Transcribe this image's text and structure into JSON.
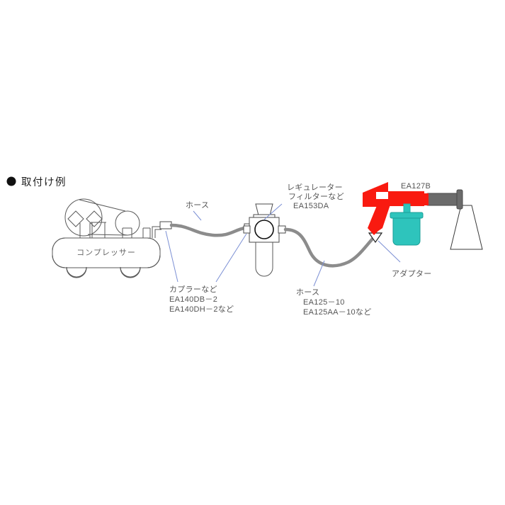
{
  "page": {
    "title_bullet": "●",
    "title": "取付け例",
    "background_color": "#ffffff"
  },
  "colors": {
    "gun_body": "#f91a10",
    "cup": "#2ec4bc",
    "cup_rim": "#1fb5ad",
    "nozzle": "#6b6b6b",
    "nozzle_dark": "#565656",
    "hose": "#8c8c8c",
    "outline": "#5a5a5a",
    "leader_line": "#7b8fd4",
    "label_text": "#555555",
    "spray_cone": "#ffffff"
  },
  "components": {
    "compressor": {
      "name": "compressor",
      "inline_label": "コンプレッサー"
    },
    "hose_left": {
      "name": "hose-left",
      "label": "ホース"
    },
    "coupler": {
      "name": "coupler",
      "label_lines": [
        "カプラーなど",
        "EA140DB－2",
        "EA140DH－2など"
      ]
    },
    "regulator": {
      "name": "regulator-filter",
      "label_lines": [
        "レギュレーター",
        "フィルターなど",
        "EA153DA"
      ]
    },
    "hose_right": {
      "name": "hose-right",
      "label_lines": [
        "ホース",
        "EA125－10",
        "EA125AA－10など"
      ]
    },
    "adapter": {
      "name": "adapter",
      "label": "アダプター"
    },
    "spray_gun": {
      "name": "spray-gun",
      "label": "EA127B"
    }
  },
  "labels": {
    "hose_left_text": "ホース",
    "coupler_line1": "カプラーなど",
    "coupler_line2": "EA140DB－2",
    "coupler_line3": "EA140DH－2など",
    "regulator_line1": "レギュレーター",
    "regulator_line2": "フィルターなど",
    "regulator_line3": "EA153DA",
    "hose_right_line1": "ホース",
    "hose_right_line2": "EA125－10",
    "hose_right_line3": "EA125AA－10など",
    "adapter_text": "アダプター",
    "gun_model": "EA127B",
    "compressor_text": "コンプレッサー"
  }
}
